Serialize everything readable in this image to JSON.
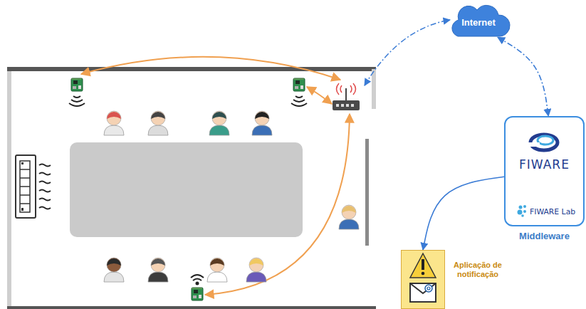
{
  "diagram": {
    "nodes": [
      {
        "text": [
          "Internet"
        ]
      },
      {
        "text": [
          "FIWARE",
          "FIWARE Lab",
          "Middleware"
        ]
      },
      {
        "text": [
          "Aplicação de notificação"
        ]
      }
    ],
    "edges": [
      {
        "from": 0,
        "to": 1,
        "arrow": "both"
      },
      {
        "from": 1,
        "to": 2,
        "arrow": "to"
      }
    ]
  }
}
